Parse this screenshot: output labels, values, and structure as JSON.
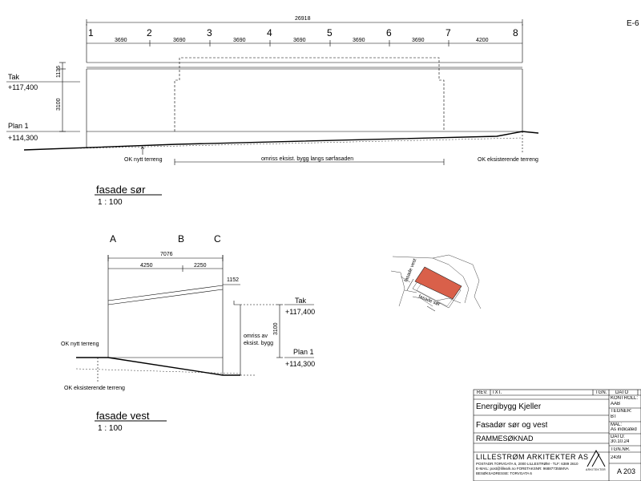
{
  "sheet": {
    "code": "E-6"
  },
  "south": {
    "overall": "26918",
    "axes": [
      "1",
      "2",
      "3",
      "4",
      "5",
      "6",
      "7",
      "8"
    ],
    "spans": [
      "3690",
      "3690",
      "3690",
      "3690",
      "3690",
      "3690",
      "4200"
    ],
    "dim_height_top": "1136",
    "dim_height_main": "3100",
    "tak_label": "Tak",
    "tak_level": "+117,400",
    "plan_label": "Plan 1",
    "plan_level": "+114,300",
    "ok_new": "OK nytt terreng",
    "ok_existing": "OK eksisterende terreng",
    "outline_note": "omriss eksist. bygg langs sørfasaden",
    "title": "fasade sør",
    "scale": "1 : 100"
  },
  "west": {
    "axes": [
      "A",
      "B",
      "C"
    ],
    "overall": "7076",
    "spans": [
      "4250",
      "2250"
    ],
    "dim_offset": "1152",
    "dim_height": "3100",
    "tak_label": "Tak",
    "tak_level": "+117,400",
    "plan_label": "Plan 1",
    "plan_level": "+114,300",
    "ok_new": "OK nytt terreng",
    "ok_existing": "OK eksisterende terreng",
    "outline_note_1": "omriss av",
    "outline_note_2": "eksist. bygg",
    "title": "fasade vest",
    "scale": "1 : 100"
  },
  "keyplan": {
    "label_1": "fasade vest",
    "label_2": "fasade sør",
    "roof_color": "#d9604a"
  },
  "titleblock": {
    "rev_header": "REV.",
    "txt_header": "TXT.",
    "tgn_header": "TGN.",
    "dato_header": "DATO",
    "kontroll_header": "KONTROLL:",
    "kontroll_value": "AAB",
    "tegner_header": "TEGNER:",
    "tegner_value": "BT",
    "mal_header": "MÅL:",
    "mal_value": "As indicated",
    "dato_label": "DATO:",
    "dato_value": "30.10.24",
    "tgnnr_label": "TGN.NR.",
    "project_number": "2439",
    "drawing_number": "A 203",
    "project_name": "Energibygg Kjeller",
    "drawing_title": "Fasadør sør og vest",
    "client": "RAMMESØKNAD",
    "firm": "LILLESTRØM ARKITEKTER AS",
    "addr_1": "POSTADR.TORVGATA 6, 2000 LILLESTRØM - TLF: 6389 2610",
    "addr_2": "E-MAIL: post@lilleark.no FORETAKSNR: 968877355MVA",
    "addr_3": "BESØKSADRESSE: TORVGATA 6",
    "logo_text": "ARKITEKTER"
  }
}
